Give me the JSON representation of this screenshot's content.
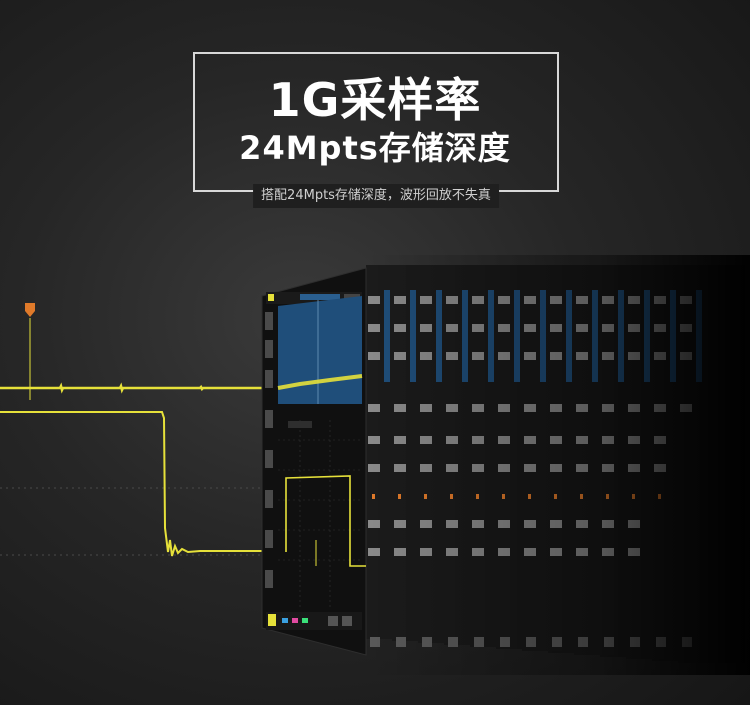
{
  "headline": {
    "line1": "1G采样率",
    "line2": "24Mpts存储深度"
  },
  "subtitle": "搭配24Mpts存储深度，波形回放不失真",
  "colors": {
    "background": "#232323",
    "trace": "#e6e13a",
    "screen_blue": "#1f4e7a",
    "marker": "#e07a2a",
    "frame_border": "#d8d8d8"
  },
  "icons": {
    "trigger_marker": "trigger-marker-icon"
  },
  "screens": {
    "count": 15
  }
}
